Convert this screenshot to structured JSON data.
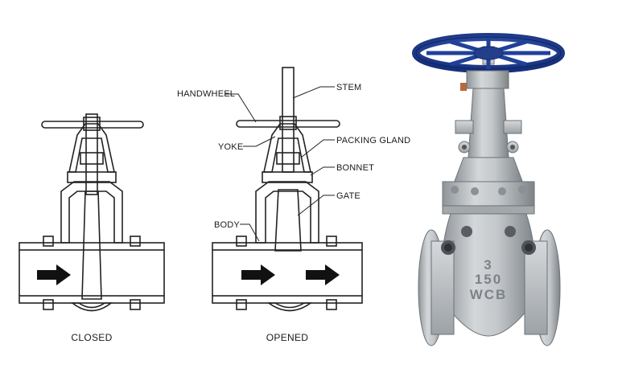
{
  "captions": {
    "closed": "CLOSED",
    "opened": "OPENED"
  },
  "labels": {
    "handwheel": "HANDWHEEL",
    "stem": "STEM",
    "yoke": "YOKE",
    "packing_gland": "PACKING GLAND",
    "bonnet": "BONNET",
    "gate": "GATE",
    "body": "BODY"
  },
  "photo_markings": {
    "size": "3",
    "class": "150",
    "material": "WCB"
  },
  "colors": {
    "line": "#222222",
    "hatch": "#333333",
    "arrow": "#111111",
    "handwheel": "#1f3f97",
    "valve_body": "#b9bdc0"
  },
  "icons": {
    "flow": "flow-arrow-icon"
  }
}
